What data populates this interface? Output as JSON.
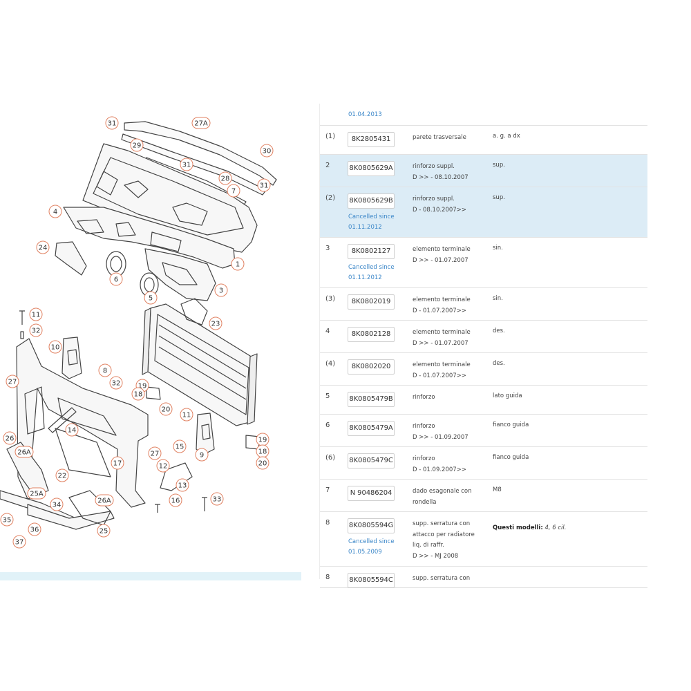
{
  "diagram": {
    "callouts": [
      "31",
      "27A",
      "29",
      "31",
      "30",
      "28",
      "7",
      "31",
      "4",
      "1",
      "24",
      "6",
      "5",
      "3",
      "11",
      "32",
      "23",
      "10",
      "8",
      "32",
      "27",
      "19",
      "18",
      "20",
      "11",
      "14",
      "9",
      "19",
      "18",
      "20",
      "26",
      "15",
      "27",
      "26A",
      "17",
      "12",
      "22",
      "25A",
      "26A",
      "13",
      "16",
      "33",
      "34",
      "35",
      "36",
      "25",
      "37"
    ]
  },
  "parts": {
    "top_date": "01.04.2013",
    "rows": [
      {
        "pos": "(1)",
        "pn": "8K2805431",
        "desc": [
          "parete trasversale"
        ],
        "note": "a. g. a dx",
        "cancel": [],
        "hl": false
      },
      {
        "pos": "2",
        "pn": "8K0805629A",
        "desc": [
          "rinforzo suppl.",
          "D >> - 08.10.2007"
        ],
        "note": "sup.",
        "cancel": [],
        "hl": true
      },
      {
        "pos": "(2)",
        "pn": "8K0805629B",
        "desc": [
          "rinforzo suppl.",
          "D - 08.10.2007>>"
        ],
        "note": "sup.",
        "cancel": [
          "Cancelled since",
          "01.11.2012"
        ],
        "hl": true
      },
      {
        "pos": "3",
        "pn": "8K0802127",
        "desc": [
          "elemento terminale",
          "D >> - 01.07.2007"
        ],
        "note": "sin.",
        "cancel": [
          "Cancelled since",
          "01.11.2012"
        ],
        "hl": false
      },
      {
        "pos": "(3)",
        "pn": "8K0802019",
        "desc": [
          "elemento terminale",
          "D - 01.07.2007>>"
        ],
        "note": "sin.",
        "cancel": [],
        "hl": false
      },
      {
        "pos": "4",
        "pn": "8K0802128",
        "desc": [
          "elemento terminale",
          "D >> - 01.07.2007"
        ],
        "note": "des.",
        "cancel": [],
        "hl": false
      },
      {
        "pos": "(4)",
        "pn": "8K0802020",
        "desc": [
          "elemento terminale",
          "D - 01.07.2007>>"
        ],
        "note": "des.",
        "cancel": [],
        "hl": false
      },
      {
        "pos": "5",
        "pn": "8K0805479B",
        "desc": [
          "rinforzo"
        ],
        "note": "lato guida",
        "cancel": [],
        "hl": false
      },
      {
        "pos": "6",
        "pn": "8K0805479A",
        "desc": [
          "rinforzo",
          "D >> - 01.09.2007"
        ],
        "note": "fianco guida",
        "cancel": [],
        "hl": false
      },
      {
        "pos": "(6)",
        "pn": "8K0805479C",
        "desc": [
          "rinforzo",
          "D - 01.09.2007>>"
        ],
        "note": "fianco guida",
        "cancel": [],
        "hl": false
      },
      {
        "pos": "7",
        "pn": "N 90486204",
        "desc": [
          "dado esagonale con",
          "rondella"
        ],
        "note": "M8",
        "cancel": [],
        "hl": false
      },
      {
        "pos": "8",
        "pn": "8K0805594G",
        "desc": [
          "supp. serratura con",
          "attacco per radiatore",
          "liq. di raffr.",
          "D >> - MJ 2008"
        ],
        "note_bold": "Questi modelli:",
        "note_italic": "4, 6 cil.",
        "cancel": [
          "Cancelled since",
          "01.05.2009"
        ],
        "hl": false
      },
      {
        "pos": "8",
        "pn": "8K0805594C",
        "desc": [
          "supp. serratura con"
        ],
        "note": "",
        "cancel": [],
        "hl": false
      }
    ]
  }
}
